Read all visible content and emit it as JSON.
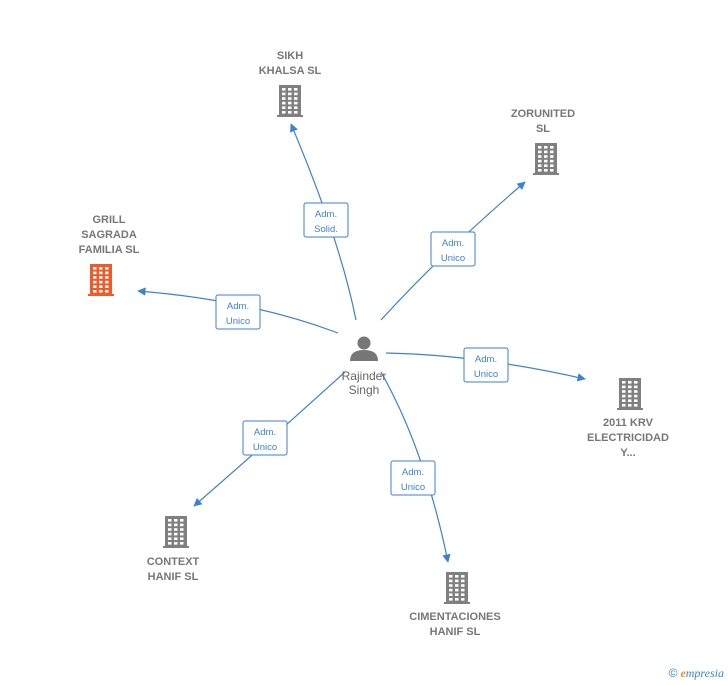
{
  "colors": {
    "edge": "#3c82d2",
    "building": "#808080",
    "building_highlight": "#f05a28",
    "person": "#777777"
  },
  "center": {
    "name_lines": [
      "Rajinder",
      "Singh"
    ],
    "icon": "person-icon"
  },
  "companies": [
    {
      "id": "sikh-khalsa",
      "name_lines": [
        "SIKH",
        "KHALSA  SL"
      ],
      "highlight": false,
      "icon": "building-icon",
      "relation": [
        "Adm.",
        "Solid."
      ]
    },
    {
      "id": "zorunited",
      "name_lines": [
        "ZORUNITED",
        "SL"
      ],
      "highlight": false,
      "icon": "building-icon",
      "relation": [
        "Adm.",
        "Unico"
      ]
    },
    {
      "id": "grill-sagrada",
      "name_lines": [
        "GRILL",
        "SAGRADA",
        "FAMILIA  SL"
      ],
      "highlight": true,
      "icon": "building-icon",
      "relation": [
        "Adm.",
        "Unico"
      ]
    },
    {
      "id": "2011-krv",
      "name_lines": [
        "2011 KRV",
        "ELECTRICIDAD",
        "Y..."
      ],
      "highlight": false,
      "icon": "building-icon",
      "relation": [
        "Adm.",
        "Unico"
      ]
    },
    {
      "id": "context-hanif",
      "name_lines": [
        "CONTEXT",
        "HANIF SL"
      ],
      "highlight": false,
      "icon": "building-icon",
      "relation": [
        "Adm.",
        "Unico"
      ]
    },
    {
      "id": "cimentaciones-hanif",
      "name_lines": [
        "CIMENTACIONES",
        "HANIF  SL"
      ],
      "highlight": false,
      "icon": "building-icon",
      "relation": [
        "Adm.",
        "Unico"
      ]
    }
  ],
  "footer": {
    "copyright": "©",
    "brand_initial": "e",
    "brand_rest": "mpresia"
  }
}
